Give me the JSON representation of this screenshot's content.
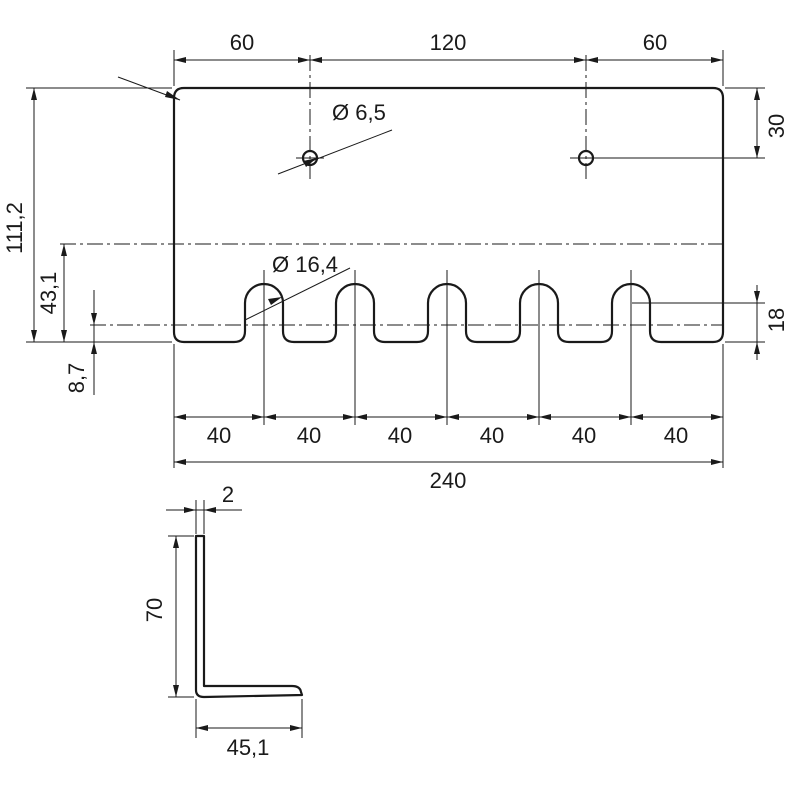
{
  "drawing": {
    "front_view": {
      "dim_top_left": "60",
      "dim_top_middle": "120",
      "dim_top_right": "60",
      "dim_small_hole": "Ø 6,5",
      "dim_hole_offset": "30",
      "dim_total_height": "111,2",
      "dim_slot_height": "43,1",
      "dim_slot_diameter": "Ø 16,4",
      "dim_slot_depth": "18",
      "dim_slot_bottom": "8,7",
      "slot_spacing": [
        "40",
        "40",
        "40",
        "40",
        "40",
        "40"
      ],
      "dim_total_width": "240"
    },
    "side_view": {
      "dim_thickness": "2",
      "dim_height": "70",
      "dim_leg_length": "45,1"
    }
  }
}
